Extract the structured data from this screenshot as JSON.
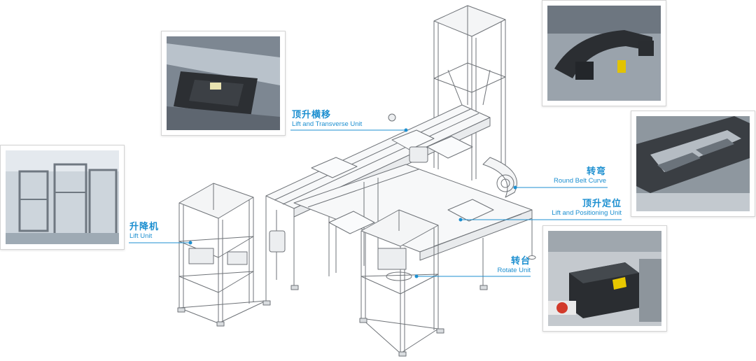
{
  "labels": {
    "lift_transverse": {
      "cn": "顶升横移",
      "en": "Lift and Transverse Unit"
    },
    "lift_unit": {
      "cn": "升降机",
      "en": "Lift Unit"
    },
    "round_belt_curve": {
      "cn": "转弯",
      "en": "Round Belt Curve"
    },
    "lift_positioning": {
      "cn": "顶升定位",
      "en": "Lift and Positioning Unit"
    },
    "rotate_unit": {
      "cn": "转台",
      "en": "Rotate Unit"
    }
  },
  "colors": {
    "accent": "#1c8fd0",
    "frame": "#6f7378",
    "photo_border": "#d4d4d4"
  }
}
